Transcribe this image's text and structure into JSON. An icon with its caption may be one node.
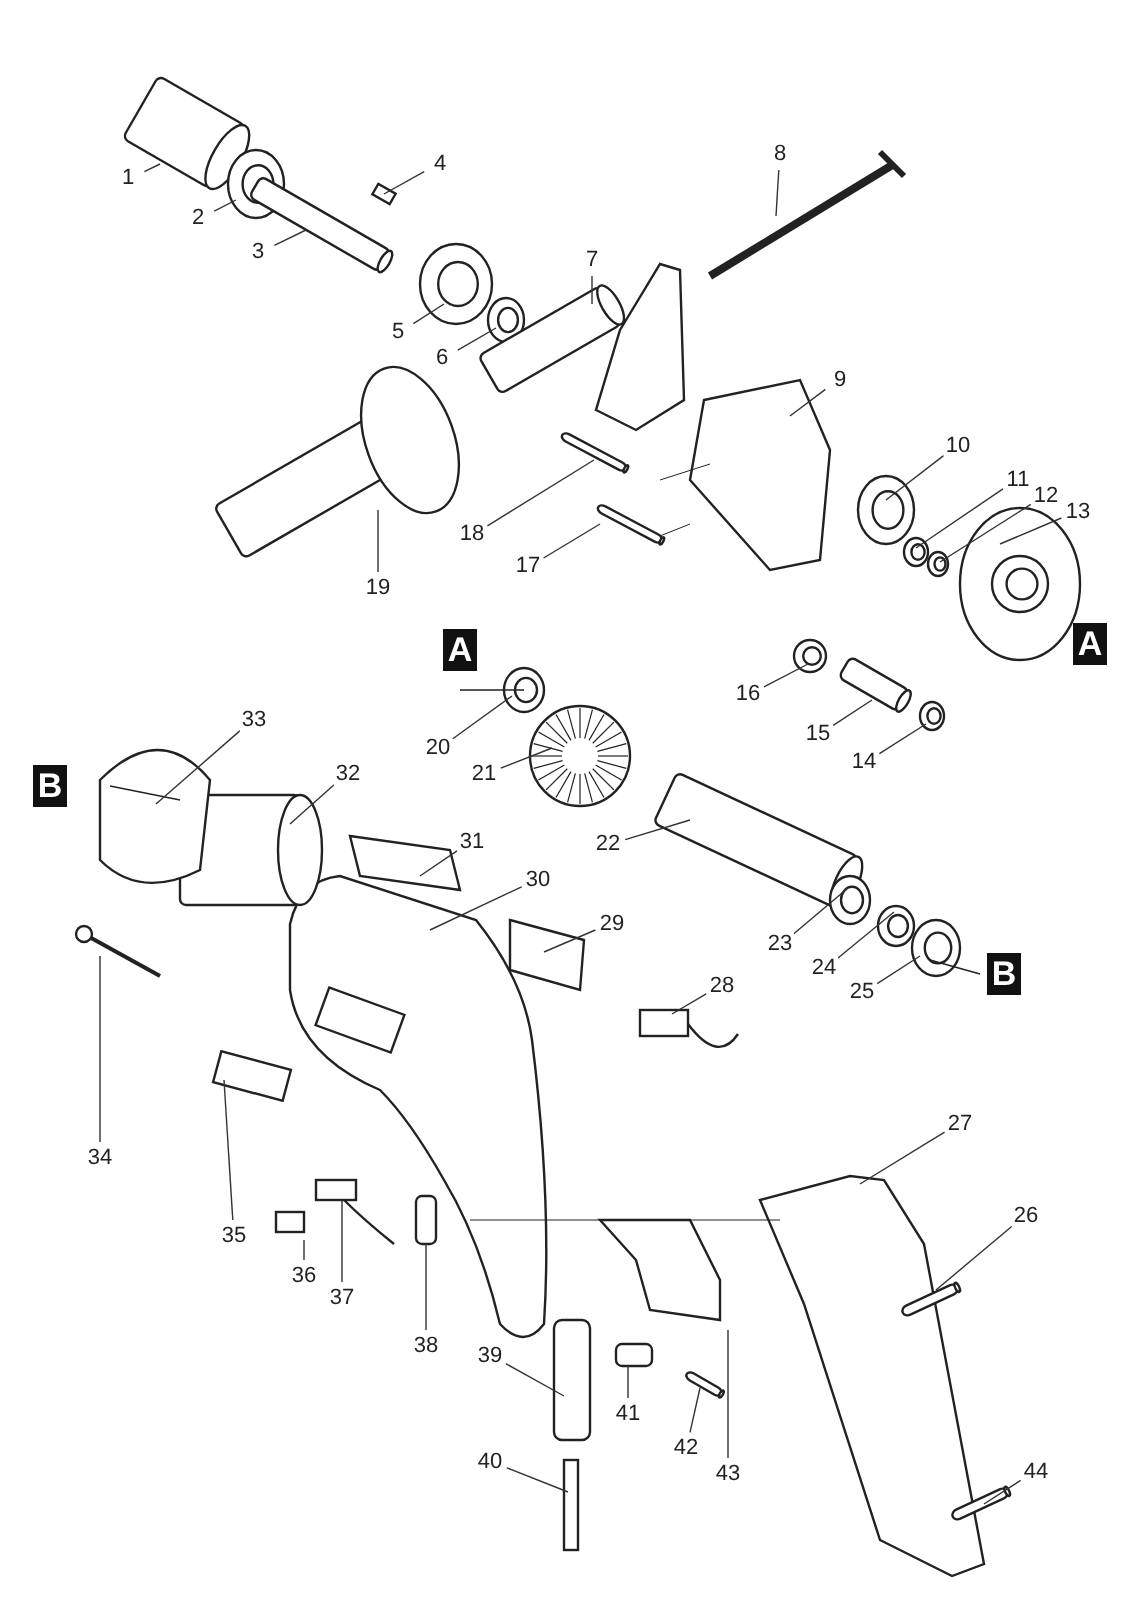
{
  "diagram": {
    "nodes": [
      {
        "text": [
          "1"
        ]
      },
      {
        "text": [
          "2"
        ]
      },
      {
        "text": [
          "3"
        ]
      },
      {
        "text": [
          "4"
        ]
      },
      {
        "text": [
          "5"
        ]
      },
      {
        "text": [
          "6"
        ]
      },
      {
        "text": [
          "7"
        ]
      },
      {
        "text": [
          "8"
        ]
      },
      {
        "text": [
          "9"
        ]
      },
      {
        "text": [
          "10"
        ]
      },
      {
        "text": [
          "11"
        ]
      },
      {
        "text": [
          "12"
        ]
      },
      {
        "text": [
          "13"
        ]
      },
      {
        "text": [
          "14"
        ]
      },
      {
        "text": [
          "15"
        ]
      },
      {
        "text": [
          "16"
        ]
      },
      {
        "text": [
          "17"
        ]
      },
      {
        "text": [
          "18"
        ]
      },
      {
        "text": [
          "19"
        ]
      },
      {
        "text": [
          "20"
        ]
      },
      {
        "text": [
          "21"
        ]
      },
      {
        "text": [
          "22"
        ]
      },
      {
        "text": [
          "23"
        ]
      },
      {
        "text": [
          "24"
        ]
      },
      {
        "text": [
          "25"
        ]
      },
      {
        "text": [
          "26"
        ]
      },
      {
        "text": [
          "27"
        ]
      },
      {
        "text": [
          "28"
        ]
      },
      {
        "text": [
          "29"
        ]
      },
      {
        "text": [
          "30"
        ]
      },
      {
        "text": [
          "31"
        ]
      },
      {
        "text": [
          "32"
        ]
      },
      {
        "text": [
          "33"
        ]
      },
      {
        "text": [
          "34"
        ]
      },
      {
        "text": [
          "35"
        ]
      },
      {
        "text": [
          "36"
        ]
      },
      {
        "text": [
          "37"
        ]
      },
      {
        "text": [
          "38"
        ]
      },
      {
        "text": [
          "39"
        ]
      },
      {
        "text": [
          "40"
        ]
      },
      {
        "text": [
          "41"
        ]
      },
      {
        "text": [
          "42"
        ]
      },
      {
        "text": [
          "43"
        ]
      },
      {
        "text": [
          "44"
        ]
      },
      {
        "text": [
          "A"
        ]
      },
      {
        "text": [
          "A"
        ]
      },
      {
        "text": [
          "B"
        ]
      },
      {
        "text": [
          "B"
        ]
      }
    ],
    "edges": [
      {
        "from": 0,
        "to": null,
        "arrow": "none"
      },
      {
        "from": 1,
        "to": null,
        "arrow": "none"
      },
      {
        "from": 2,
        "to": null,
        "arrow": "none"
      },
      {
        "from": 3,
        "to": null,
        "arrow": "none"
      },
      {
        "from": 4,
        "to": null,
        "arrow": "none"
      },
      {
        "from": 5,
        "to": null,
        "arrow": "none"
      },
      {
        "from": 6,
        "to": null,
        "arrow": "none"
      },
      {
        "from": 7,
        "to": null,
        "arrow": "none"
      },
      {
        "from": 8,
        "to": null,
        "arrow": "none"
      },
      {
        "from": 9,
        "to": null,
        "arrow": "none"
      },
      {
        "from": 10,
        "to": null,
        "arrow": "none"
      },
      {
        "from": 11,
        "to": null,
        "arrow": "none"
      },
      {
        "from": 12,
        "to": null,
        "arrow": "none"
      },
      {
        "from": 13,
        "to": null,
        "arrow": "none"
      },
      {
        "from": 14,
        "to": null,
        "arrow": "none"
      },
      {
        "from": 15,
        "to": null,
        "arrow": "none"
      },
      {
        "from": 16,
        "to": null,
        "arrow": "none"
      },
      {
        "from": 17,
        "to": null,
        "arrow": "none"
      },
      {
        "from": 18,
        "to": null,
        "arrow": "none"
      },
      {
        "from": 19,
        "to": null,
        "arrow": "none"
      },
      {
        "from": 20,
        "to": null,
        "arrow": "none"
      },
      {
        "from": 21,
        "to": null,
        "arrow": "none"
      },
      {
        "from": 22,
        "to": null,
        "arrow": "none"
      },
      {
        "from": 23,
        "to": null,
        "arrow": "none"
      },
      {
        "from": 24,
        "to": null,
        "arrow": "none"
      },
      {
        "from": 25,
        "to": null,
        "arrow": "none"
      },
      {
        "from": 26,
        "to": null,
        "arrow": "none"
      },
      {
        "from": 27,
        "to": null,
        "arrow": "none"
      },
      {
        "from": 28,
        "to": null,
        "arrow": "none"
      },
      {
        "from": 29,
        "to": null,
        "arrow": "none"
      },
      {
        "from": 30,
        "to": null,
        "arrow": "none"
      },
      {
        "from": 31,
        "to": null,
        "arrow": "none"
      },
      {
        "from": 32,
        "to": null,
        "arrow": "none"
      },
      {
        "from": 33,
        "to": null,
        "arrow": "none"
      },
      {
        "from": 34,
        "to": null,
        "arrow": "none"
      },
      {
        "from": 35,
        "to": null,
        "arrow": "none"
      },
      {
        "from": 36,
        "to": null,
        "arrow": "none"
      },
      {
        "from": 37,
        "to": null,
        "arrow": "none"
      },
      {
        "from": 38,
        "to": null,
        "arrow": "none"
      },
      {
        "from": 39,
        "to": null,
        "arrow": "none"
      },
      {
        "from": 40,
        "to": null,
        "arrow": "none"
      },
      {
        "from": 41,
        "to": null,
        "arrow": "none"
      },
      {
        "from": 42,
        "to": null,
        "arrow": "none"
      },
      {
        "from": 43,
        "to": null,
        "arrow": "none"
      }
    ]
  }
}
